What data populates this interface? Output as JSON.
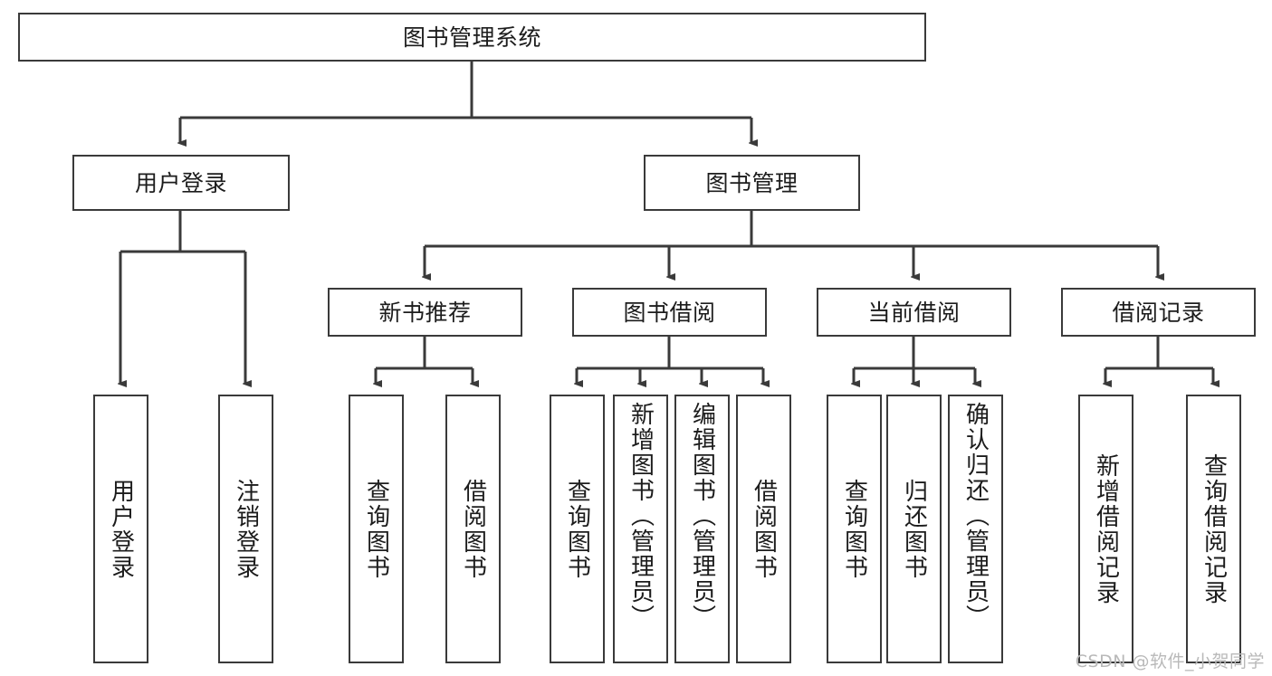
{
  "diagram": {
    "type": "tree",
    "title": "图书管理系统",
    "watermark": "CSDN @软件_小贺同学",
    "root": {
      "id": "root",
      "label": "图书管理系统"
    },
    "level2": [
      {
        "id": "user-login",
        "label": "用户登录"
      },
      {
        "id": "book-manage",
        "label": "图书管理"
      }
    ],
    "level3": [
      {
        "id": "new-book-recommend",
        "label": "新书推荐",
        "parent": "book-manage"
      },
      {
        "id": "book-borrow",
        "label": "图书借阅",
        "parent": "book-manage"
      },
      {
        "id": "current-borrow",
        "label": "当前借阅",
        "parent": "book-manage"
      },
      {
        "id": "borrow-record",
        "label": "借阅记录",
        "parent": "book-manage"
      }
    ],
    "leaves": {
      "user-login": [
        {
          "id": "leaf-user-login",
          "label": "用户登录"
        },
        {
          "id": "leaf-user-logout",
          "label": "注销登录"
        }
      ],
      "new-book-recommend": [
        {
          "id": "leaf-query-book-1",
          "label": "查询图书"
        },
        {
          "id": "leaf-borrow-book-1",
          "label": "借阅图书"
        }
      ],
      "book-borrow": [
        {
          "id": "leaf-query-book-2",
          "label": "查询图书"
        },
        {
          "id": "leaf-add-book",
          "label": "新增图书（管理员）"
        },
        {
          "id": "leaf-edit-book",
          "label": "编辑图书（管理员）"
        },
        {
          "id": "leaf-borrow-book-2",
          "label": "借阅图书"
        }
      ],
      "current-borrow": [
        {
          "id": "leaf-query-book-3",
          "label": "查询图书"
        },
        {
          "id": "leaf-return-book",
          "label": "归还图书"
        },
        {
          "id": "leaf-confirm-return",
          "label": "确认归还（管理员）"
        }
      ],
      "borrow-record": [
        {
          "id": "leaf-add-record",
          "label": "新增借阅记录"
        },
        {
          "id": "leaf-query-record",
          "label": "查询借阅记录"
        }
      ]
    },
    "colors": {
      "stroke": "#3a3a3a",
      "text": "#1c1c1c",
      "background": "#ffffff",
      "watermark": "#b9b9b9"
    }
  }
}
